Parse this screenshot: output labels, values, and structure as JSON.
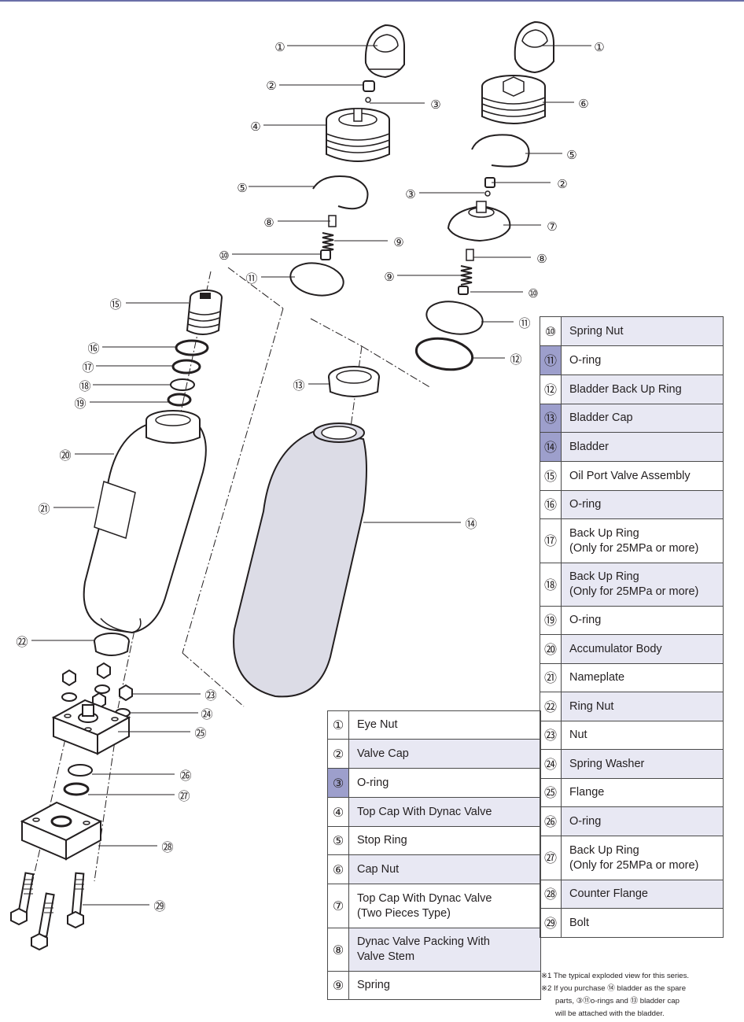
{
  "colors": {
    "accent_rule": "#6a6fa8",
    "number_highlight": "#9d9fcc",
    "row_shade": "#e8e8f3",
    "bladder_fill": "#dcdce6"
  },
  "callouts": [
    {
      "id": "c1a",
      "label": "①"
    },
    {
      "id": "c1b",
      "label": "①"
    },
    {
      "id": "c2a",
      "label": "②"
    },
    {
      "id": "c2b",
      "label": "②"
    },
    {
      "id": "c3a",
      "label": "③"
    },
    {
      "id": "c3b",
      "label": "③"
    },
    {
      "id": "c4",
      "label": "④"
    },
    {
      "id": "c5a",
      "label": "⑤"
    },
    {
      "id": "c5b",
      "label": "⑤"
    },
    {
      "id": "c6",
      "label": "⑥"
    },
    {
      "id": "c7",
      "label": "⑦"
    },
    {
      "id": "c8a",
      "label": "⑧"
    },
    {
      "id": "c8b",
      "label": "⑧"
    },
    {
      "id": "c9a",
      "label": "⑨"
    },
    {
      "id": "c9b",
      "label": "⑨"
    },
    {
      "id": "c10a",
      "label": "⑩"
    },
    {
      "id": "c10b",
      "label": "⑩"
    },
    {
      "id": "c11a",
      "label": "⑪"
    },
    {
      "id": "c11b",
      "label": "⑪"
    },
    {
      "id": "c12",
      "label": "⑫"
    },
    {
      "id": "c13",
      "label": "⑬"
    },
    {
      "id": "c14",
      "label": "⑭"
    },
    {
      "id": "c15",
      "label": "⑮"
    },
    {
      "id": "c16",
      "label": "⑯"
    },
    {
      "id": "c17",
      "label": "⑰"
    },
    {
      "id": "c18",
      "label": "⑱"
    },
    {
      "id": "c19",
      "label": "⑲"
    },
    {
      "id": "c20",
      "label": "⑳"
    },
    {
      "id": "c21",
      "label": "㉑"
    },
    {
      "id": "c22",
      "label": "㉒"
    },
    {
      "id": "c23",
      "label": "㉓"
    },
    {
      "id": "c24",
      "label": "㉔"
    },
    {
      "id": "c25",
      "label": "㉕"
    },
    {
      "id": "c26",
      "label": "㉖"
    },
    {
      "id": "c27",
      "label": "㉗"
    },
    {
      "id": "c28",
      "label": "㉘"
    },
    {
      "id": "c29",
      "label": "㉙"
    }
  ],
  "parts_left": [
    {
      "num": "①",
      "name": "Eye Nut",
      "shaded": false,
      "highlight": false
    },
    {
      "num": "②",
      "name": "Valve Cap",
      "shaded": true,
      "highlight": false
    },
    {
      "num": "③",
      "name": "O-ring",
      "shaded": false,
      "highlight": true
    },
    {
      "num": "④",
      "name": "Top Cap With Dynac Valve",
      "shaded": true,
      "highlight": false
    },
    {
      "num": "⑤",
      "name": "Stop Ring",
      "shaded": false,
      "highlight": false
    },
    {
      "num": "⑥",
      "name": "Cap Nut",
      "shaded": true,
      "highlight": false
    },
    {
      "num": "⑦",
      "name": "Top Cap With Dynac Valve\n(Two Pieces Type)",
      "shaded": false,
      "highlight": false
    },
    {
      "num": "⑧",
      "name": "Dynac Valve Packing With\nValve Stem",
      "shaded": true,
      "highlight": false
    },
    {
      "num": "⑨",
      "name": "Spring",
      "shaded": false,
      "highlight": false
    }
  ],
  "parts_right": [
    {
      "num": "⑩",
      "name": "Spring Nut",
      "shaded": true,
      "highlight": false
    },
    {
      "num": "⑪",
      "name": "O-ring",
      "shaded": false,
      "highlight": true
    },
    {
      "num": "⑫",
      "name": "Bladder Back Up Ring",
      "shaded": true,
      "highlight": false
    },
    {
      "num": "⑬",
      "name": "Bladder Cap",
      "shaded": true,
      "highlight": true
    },
    {
      "num": "⑭",
      "name": "Bladder",
      "shaded": true,
      "highlight": true
    },
    {
      "num": "⑮",
      "name": "Oil Port Valve Assembly",
      "shaded": false,
      "highlight": false
    },
    {
      "num": "⑯",
      "name": "O-ring",
      "shaded": true,
      "highlight": false
    },
    {
      "num": "⑰",
      "name": "Back Up Ring\n(Only for 25MPa or more)",
      "shaded": false,
      "highlight": false
    },
    {
      "num": "⑱",
      "name": "Back Up Ring\n(Only for 25MPa or more)",
      "shaded": true,
      "highlight": false
    },
    {
      "num": "⑲",
      "name": "O-ring",
      "shaded": false,
      "highlight": false
    },
    {
      "num": "⑳",
      "name": "Accumulator Body",
      "shaded": true,
      "highlight": false
    },
    {
      "num": "㉑",
      "name": "Nameplate",
      "shaded": false,
      "highlight": false
    },
    {
      "num": "㉒",
      "name": "Ring Nut",
      "shaded": true,
      "highlight": false
    },
    {
      "num": "㉓",
      "name": "Nut",
      "shaded": false,
      "highlight": false
    },
    {
      "num": "㉔",
      "name": "Spring Washer",
      "shaded": true,
      "highlight": false
    },
    {
      "num": "㉕",
      "name": "Flange",
      "shaded": false,
      "highlight": false
    },
    {
      "num": "㉖",
      "name": "O-ring",
      "shaded": true,
      "highlight": false
    },
    {
      "num": "㉗",
      "name": "Back Up Ring\n(Only for 25MPa or more)",
      "shaded": false,
      "highlight": false
    },
    {
      "num": "㉘",
      "name": "Counter Flange",
      "shaded": true,
      "highlight": false
    },
    {
      "num": "㉙",
      "name": "Bolt",
      "shaded": false,
      "highlight": false
    }
  ],
  "notes": {
    "note1": "※1 The typical exploded view for this series.",
    "note2_line1": "※2 If you purchase ⑭ bladder as the spare",
    "note2_line2": "parts, ③⑪o-rings and ⑬ bladder cap",
    "note2_line3": "will be attached with the bladder."
  }
}
